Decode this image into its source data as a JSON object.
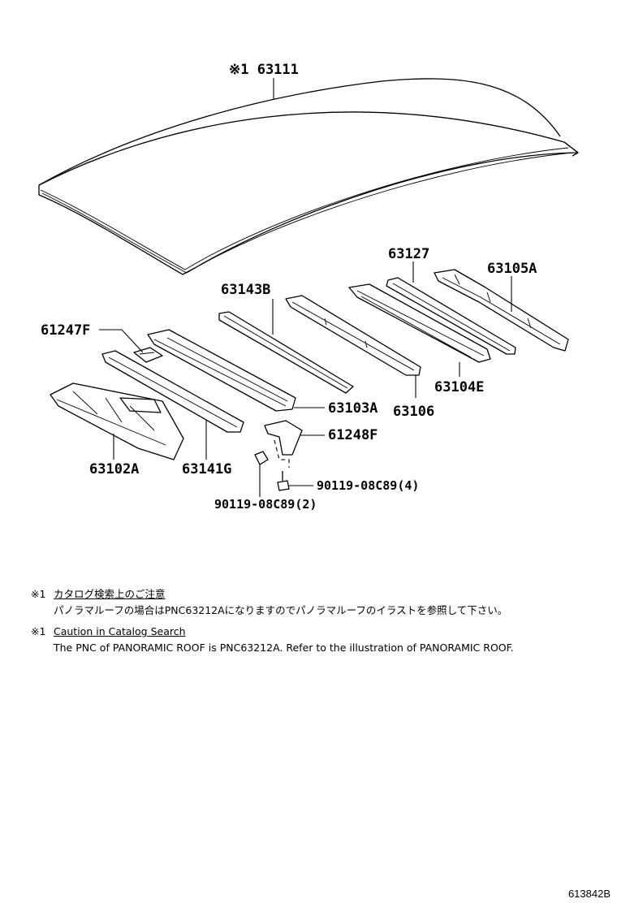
{
  "parts": {
    "roof_panel": "※1 63111",
    "rail_63127": "63127",
    "rail_63105A": "63105A",
    "rail_63143B": "63143B",
    "rail_61247F": "61247F",
    "rail_63104E": "63104E",
    "rail_63103A": "63103A",
    "rail_63106": "63106",
    "bracket_61248F": "61248F",
    "panel_63102A": "63102A",
    "rail_63141G": "63141G",
    "bolt_upper": "90119-08C89(4)",
    "bolt_lower": "90119-08C89(2)"
  },
  "notes": {
    "jp": {
      "mark": "※1",
      "title": "カタログ検索上のご注意",
      "body": "パノラマルーフの場合はPNC63212Aになりますのでパノラマルーフのイラストを参照して下さい。"
    },
    "en": {
      "mark": "※1",
      "title": "Caution in Catalog Search",
      "body": "The PNC of PANORAMIC ROOF is PNC63212A.  Refer to the illustration of PANORAMIC ROOF."
    }
  },
  "diagram_code": "613842B"
}
